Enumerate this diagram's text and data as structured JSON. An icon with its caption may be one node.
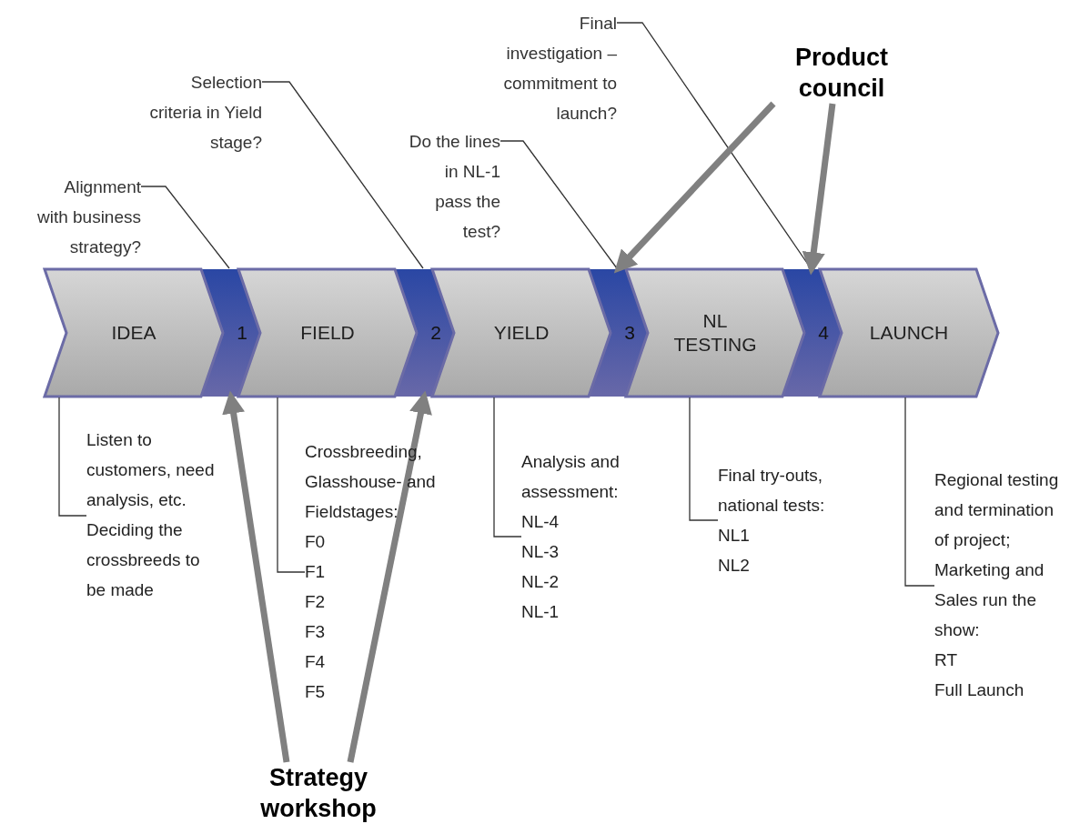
{
  "diagram": {
    "nodes": [
      {
        "text": [
          "IDEA"
        ]
      },
      {
        "text": [
          "1"
        ]
      },
      {
        "text": [
          "FIELD"
        ]
      },
      {
        "text": [
          "2"
        ]
      },
      {
        "text": [
          "YIELD"
        ]
      },
      {
        "text": [
          "3"
        ]
      },
      {
        "text": [
          "NL TESTING"
        ]
      },
      {
        "text": [
          "4"
        ]
      },
      {
        "text": [
          "LAUNCH"
        ]
      },
      {
        "text": [
          "Alignment with business strategy?"
        ]
      },
      {
        "text": [
          "Selection criteria in Yield stage?"
        ]
      },
      {
        "text": [
          "Do the lines in NL-1 pass the test?"
        ]
      },
      {
        "text": [
          "Final investigation – commitment to launch?"
        ]
      },
      {
        "text": [
          "Listen to customers, need analysis, etc. Deciding the crossbreeds to be made"
        ]
      },
      {
        "text": [
          "Crossbreeding, Glasshouse- and Fieldstages:",
          "F0",
          "F1",
          "F2",
          "F3",
          "F4",
          "F5"
        ]
      },
      {
        "text": [
          "Analysis and assessment:",
          "NL-4",
          "NL-3",
          "NL-2",
          "NL-1"
        ]
      },
      {
        "text": [
          "Final try-outs, national tests:",
          "NL1",
          "NL2"
        ]
      },
      {
        "text": [
          "Regional testing and termination of project; Marketing and Sales run the show:",
          "RT",
          "Full Launch"
        ]
      },
      {
        "text": [
          "Strategy workshop"
        ]
      },
      {
        "text": [
          "Product council"
        ]
      }
    ],
    "edges": [
      {
        "from": 9,
        "to": 1,
        "arrow": "none"
      },
      {
        "from": 10,
        "to": 3,
        "arrow": "none"
      },
      {
        "from": 11,
        "to": 5,
        "arrow": "none"
      },
      {
        "from": 12,
        "to": 7,
        "arrow": "none"
      },
      {
        "from": 0,
        "to": 13,
        "arrow": "none"
      },
      {
        "from": 2,
        "to": 14,
        "arrow": "none"
      },
      {
        "from": 4,
        "to": 15,
        "arrow": "none"
      },
      {
        "from": 6,
        "to": 16,
        "arrow": "none"
      },
      {
        "from": 8,
        "to": 17,
        "arrow": "none"
      },
      {
        "from": 18,
        "to": 1,
        "arrow": "to",
        "style": "thick",
        "color": "#808080"
      },
      {
        "from": 18,
        "to": 3,
        "arrow": "to",
        "style": "thick",
        "color": "#808080"
      },
      {
        "from": 19,
        "to": 5,
        "arrow": "to",
        "style": "thick",
        "color": "#808080"
      },
      {
        "from": 19,
        "to": 7,
        "arrow": "to",
        "style": "thick",
        "color": "#808080"
      }
    ]
  }
}
